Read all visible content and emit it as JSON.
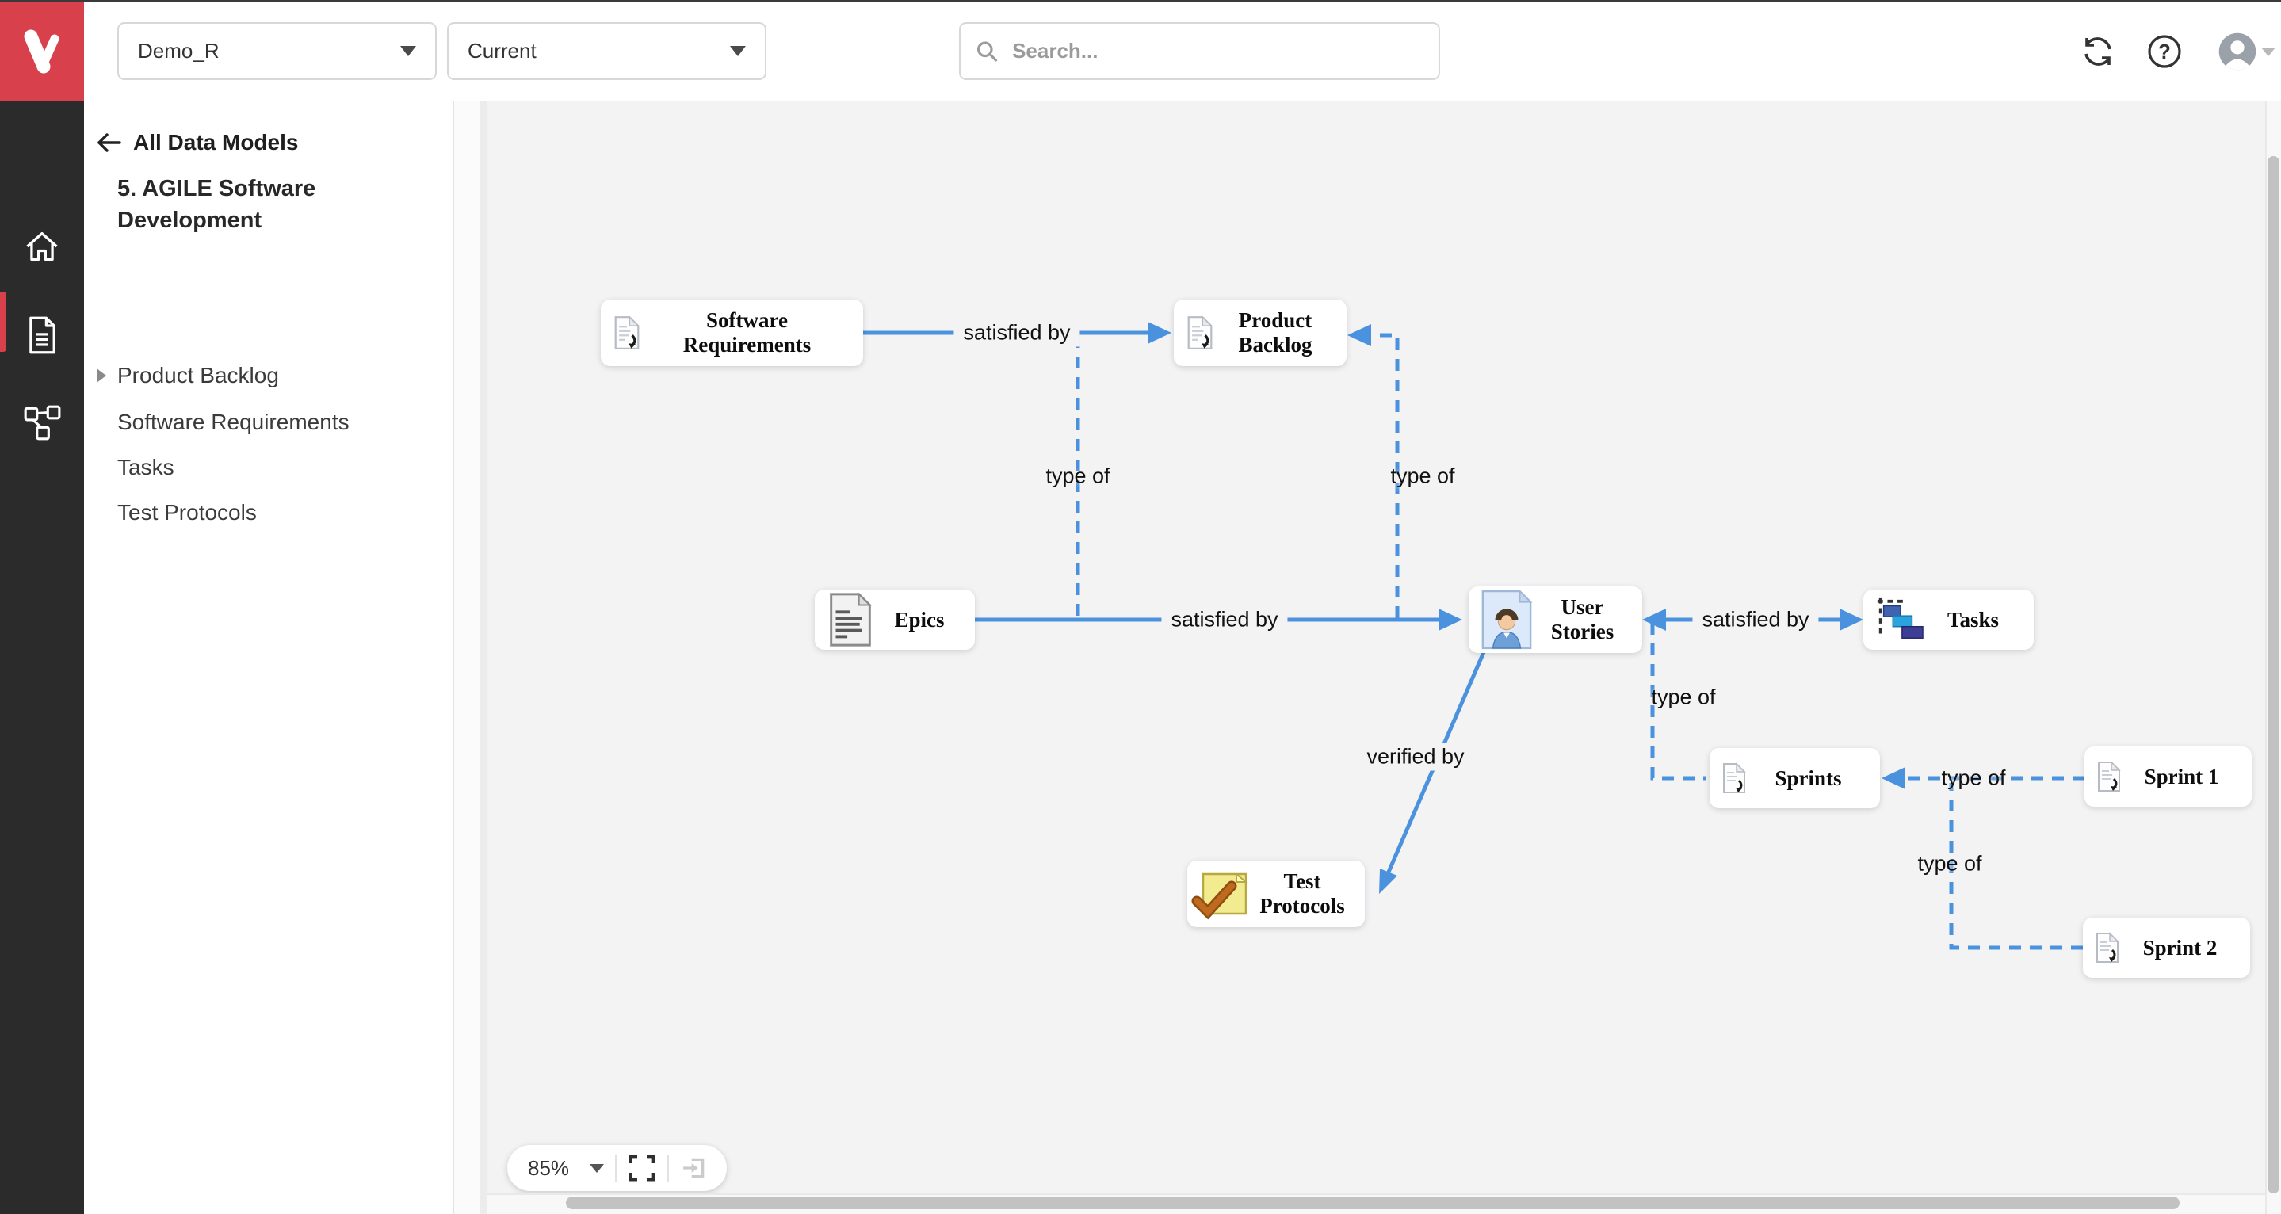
{
  "topbar": {
    "logo_letter": "V",
    "project_dropdown": {
      "value": "Demo_R"
    },
    "version_dropdown": {
      "value": "Current"
    },
    "search": {
      "placeholder": "Search..."
    }
  },
  "nav_rail": {
    "items": [
      {
        "name": "home"
      },
      {
        "name": "documents"
      },
      {
        "name": "data-models",
        "active": true
      }
    ]
  },
  "sidebar": {
    "back_label": "All Data Models",
    "model_title": "5. AGILE Software Development",
    "items": [
      {
        "label": "Product Backlog",
        "expandable": true
      },
      {
        "label": "Software Requirements"
      },
      {
        "label": "Tasks"
      },
      {
        "label": "Test Protocols"
      }
    ]
  },
  "diagram": {
    "nodes": [
      {
        "id": "software-requirements",
        "label": "Software Requirements",
        "icon": "requirement-doc-icon"
      },
      {
        "id": "product-backlog",
        "label": "Product Backlog",
        "icon": "requirement-doc-icon"
      },
      {
        "id": "epics",
        "label": "Epics",
        "icon": "document-icon"
      },
      {
        "id": "user-stories",
        "label": "User Stories",
        "icon": "person-page-icon"
      },
      {
        "id": "tasks",
        "label": "Tasks",
        "icon": "gantt-icon"
      },
      {
        "id": "sprints",
        "label": "Sprints",
        "icon": "requirement-doc-icon"
      },
      {
        "id": "sprint-1",
        "label": "Sprint 1",
        "icon": "requirement-doc-icon"
      },
      {
        "id": "sprint-2",
        "label": "Sprint 2",
        "icon": "requirement-doc-icon"
      },
      {
        "id": "test-protocols",
        "label": "Test Protocols",
        "icon": "note-check-icon"
      }
    ],
    "edges": [
      {
        "from": "software-requirements",
        "to": "product-backlog",
        "label": "satisfied by",
        "style": "solid"
      },
      {
        "from": "epics",
        "to": "software-requirements",
        "label": "type of",
        "style": "dashed"
      },
      {
        "from": "epics",
        "to": "product-backlog",
        "label": "type of",
        "style": "dashed"
      },
      {
        "from": "epics",
        "to": "user-stories",
        "label": "satisfied by",
        "style": "solid"
      },
      {
        "from": "user-stories",
        "to": "tasks",
        "label": "satisfied by",
        "style": "solid"
      },
      {
        "from": "user-stories",
        "to": "test-protocols",
        "label": "verified by",
        "style": "solid"
      },
      {
        "from": "user-stories",
        "to": "sprints",
        "label": "type of",
        "style": "dashed"
      },
      {
        "from": "sprint-1",
        "to": "sprints",
        "label": "type of",
        "style": "dashed"
      },
      {
        "from": "sprint-2",
        "to": "sprints",
        "label": "type of",
        "style": "dashed"
      }
    ]
  },
  "zoom_toolbar": {
    "zoom_value": "85%"
  },
  "colors": {
    "accent_red": "#d8414b",
    "edge_blue": "#4b92de",
    "canvas_bg": "#f3f3f4",
    "rail_bg": "#2b2b2b"
  }
}
